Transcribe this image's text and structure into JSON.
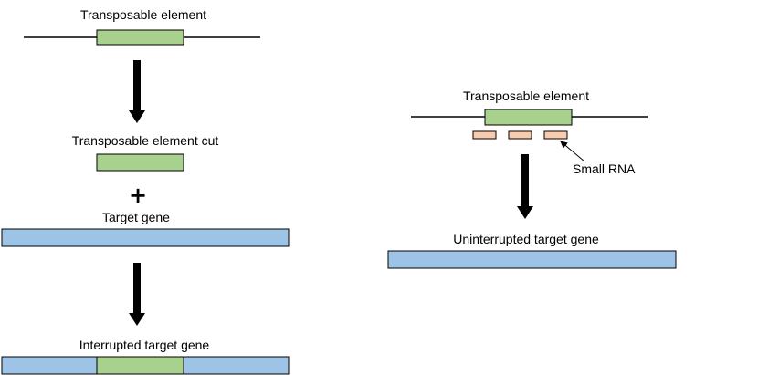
{
  "left_panel": {
    "label_transposable": "Transposable element",
    "label_cut": "Transposable element cut",
    "plus_sign": "+",
    "label_target": "Target gene",
    "label_interrupted": "Interrupted target gene"
  },
  "right_panel": {
    "label_transposable": "Transposable element",
    "label_small_rna": "Small RNA",
    "label_uninterrupted": "Uninterrupted target gene"
  },
  "colors": {
    "transposon_fill": "#a9d18e",
    "gene_fill": "#9dc3e6",
    "small_rna_fill": "#f8cbad",
    "stroke": "#000000"
  }
}
